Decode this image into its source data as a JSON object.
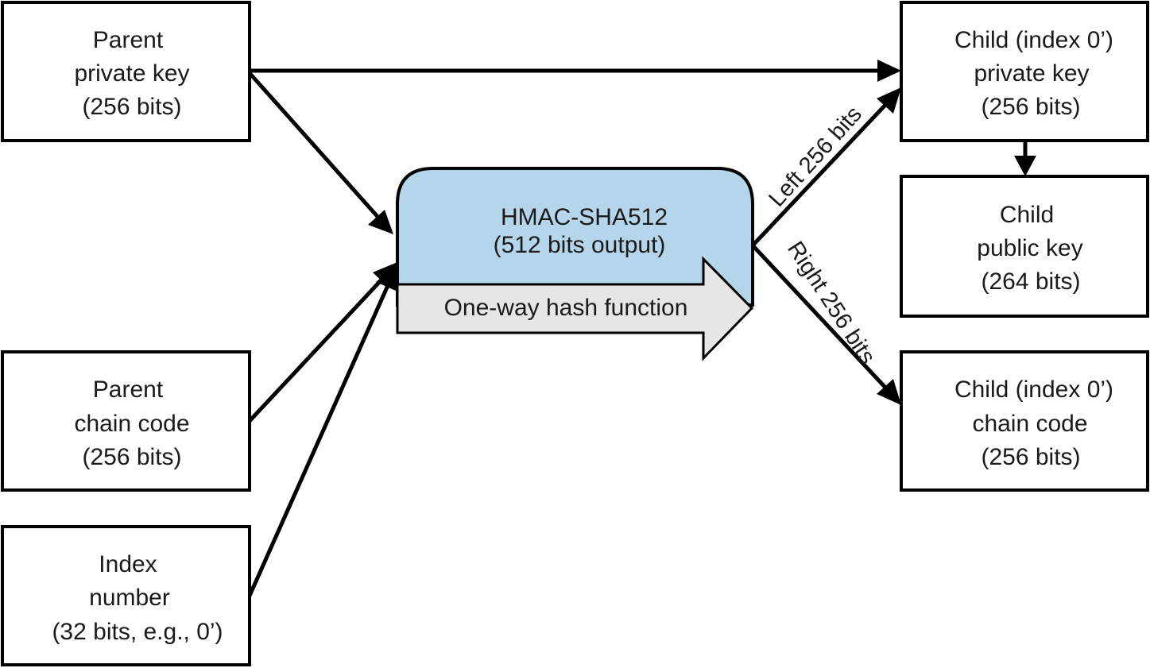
{
  "nodes": {
    "parent_private_key": {
      "lines": [
        "Parent",
        "private key",
        "(256 bits)"
      ]
    },
    "parent_chain_code": {
      "lines": [
        "Parent",
        "chain code",
        "(256 bits)"
      ]
    },
    "index_number": {
      "lines": [
        "Index",
        "number",
        "(32 bits, e.g., 0’)"
      ]
    },
    "hmac": {
      "lines": [
        "HMAC-SHA512",
        "(512 bits output)"
      ]
    },
    "hash_function": {
      "label": "One-way hash function"
    },
    "child_private_key": {
      "lines": [
        "Child (index 0’)",
        "private key",
        "(256 bits)"
      ]
    },
    "child_public_key": {
      "lines": [
        "Child",
        "public key",
        "(264 bits)"
      ]
    },
    "child_chain_code": {
      "lines": [
        "Child (index 0’)",
        "chain code",
        "(256 bits)"
      ]
    }
  },
  "edges": {
    "left_label": "Left 256 bits",
    "right_label": "Right 256 bits"
  },
  "colors": {
    "hmac_fill": "#b5d6ea",
    "hash_arrow_fill": "#e6e6e6",
    "stroke": "#000000"
  }
}
